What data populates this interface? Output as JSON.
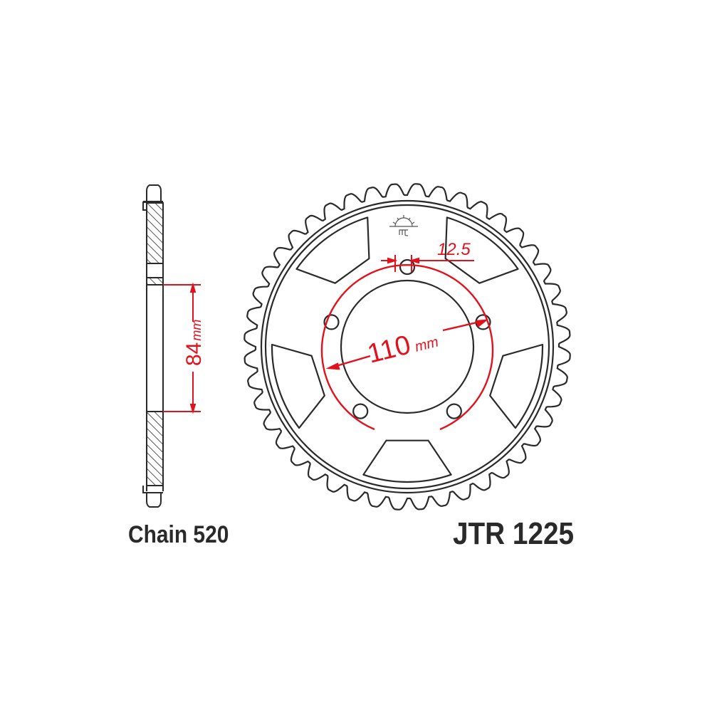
{
  "labels": {
    "chain": "Chain 520",
    "part_number": "JTR 1225"
  },
  "dimensions": {
    "hub_bore": {
      "value": "84",
      "unit": "mm"
    },
    "pcd": {
      "value": "110",
      "unit": "mm"
    },
    "bolt_hole": {
      "value": "12.5"
    }
  },
  "sprocket": {
    "teeth": 44,
    "bolt_holes": 5,
    "lightening_windows": 5
  },
  "icons": {
    "logo": "jt-sun-logo-icon"
  },
  "colors": {
    "outline": "#2a2a2a",
    "dimension": "#e3111b",
    "background": "#ffffff"
  }
}
